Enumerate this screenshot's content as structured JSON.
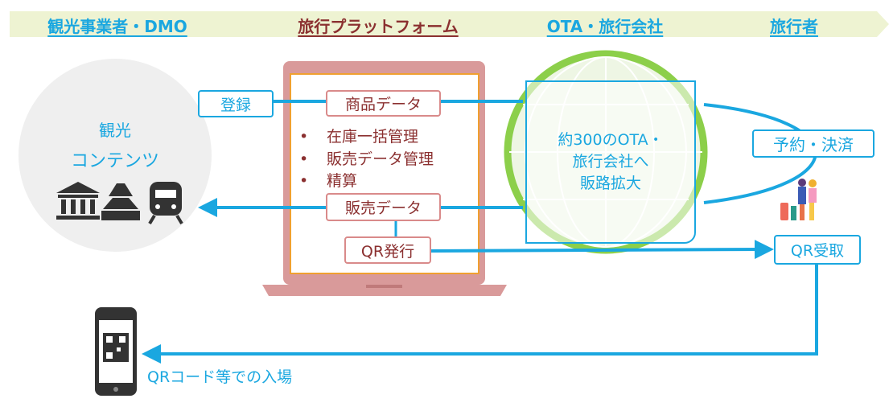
{
  "header": {
    "col1": "観光事業者・DMO",
    "col2": "旅行プラットフォーム",
    "col3": "OTA・旅行会社",
    "col4": "旅行者"
  },
  "left": {
    "title1": "観光",
    "title2": "コンテンツ",
    "icons": [
      "museum-icon",
      "castle-icon",
      "train-icon"
    ]
  },
  "register_label": "登録",
  "platform": {
    "product_data": "商品データ",
    "bullets": [
      "在庫一括管理",
      "販売データ管理",
      "精算"
    ],
    "bullet_mark": "•",
    "sales_data": "販売データ",
    "qr_issue": "QR発行"
  },
  "ota": {
    "line1": "約300のOTA・",
    "line2": "旅行会社へ",
    "line3": "販路拡大"
  },
  "traveler": {
    "reserve": "予約・決済",
    "qr_receive": "QR受取"
  },
  "entry_label": "QRコード等での入場",
  "colors": {
    "accent": "#1aa7e0",
    "platform": "#8b3030",
    "globe": "#8ccf4a",
    "band": "#eef3d2"
  }
}
